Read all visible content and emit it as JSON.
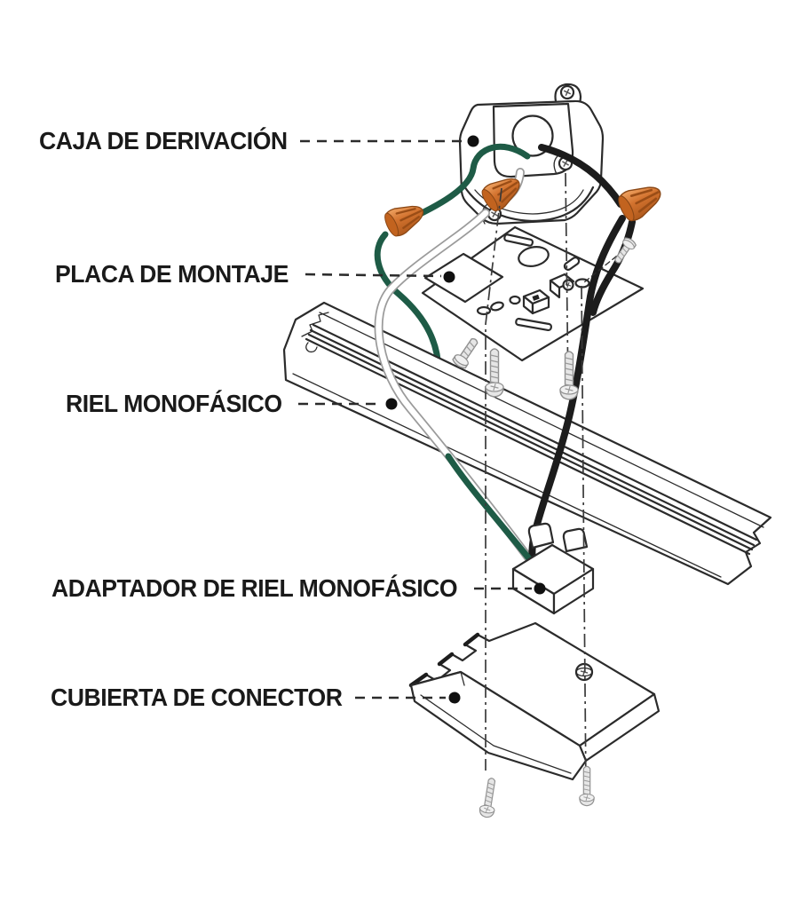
{
  "diagram": {
    "background": "#ffffff",
    "labels": [
      {
        "part": "junction-box",
        "text": "CAJA DE DERIVACIÓN"
      },
      {
        "part": "mounting-plate",
        "text": "PLACA DE MONTAJE"
      },
      {
        "part": "single-phase-track",
        "text": "RIEL MONOFÁSICO"
      },
      {
        "part": "single-phase-track-adapter",
        "text": "ADAPTADOR DE RIEL MONOFÁSICO"
      },
      {
        "part": "connector-cover",
        "text": "CUBIERTA DE CONECTOR"
      }
    ],
    "colors": {
      "line": "#2b2b2b",
      "label_text": "#1a1a1a",
      "leader": "#2b2b2b",
      "leader_dot": "#101010",
      "wire_green": "#1e5b46",
      "wire_black": "#1c1c1c",
      "wire_white_casing": "#9b9b9b",
      "wire_white_core": "#ffffff",
      "nut_light": "#eda05f",
      "nut_mid": "#d2722e",
      "nut_dark": "#b05a1d",
      "nut_outline": "#8a4715",
      "nut_rib": "#9a4d16",
      "metal_fill": "#e6e6e6",
      "metal_stroke": "#8f8f8f"
    }
  }
}
